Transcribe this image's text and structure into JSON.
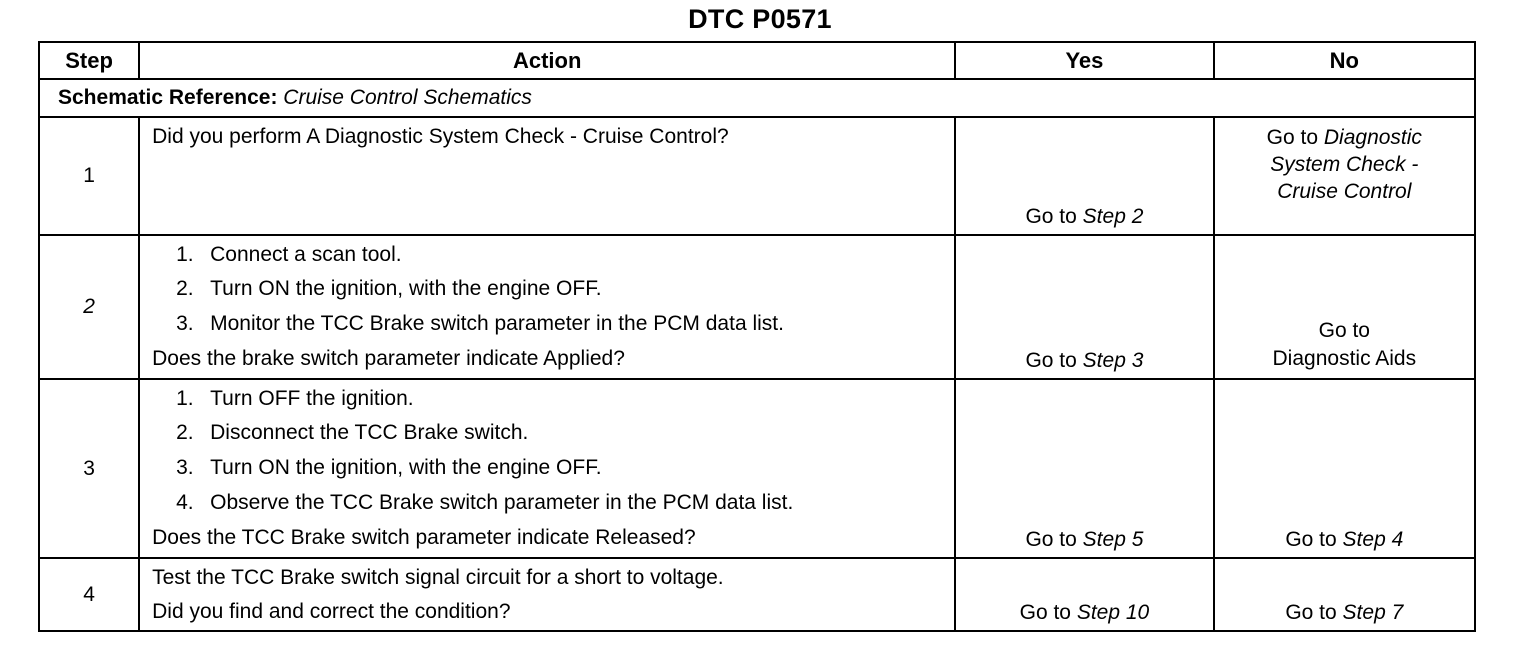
{
  "title": "DTC P0571",
  "headers": {
    "step": "Step",
    "action": "Action",
    "yes": "Yes",
    "no": "No"
  },
  "schematic": {
    "label": "Schematic Reference:",
    "value": "Cruise Control Schematics"
  },
  "rows": [
    {
      "step": "1",
      "question": "Did you perform A Diagnostic System Check - Cruise Control?",
      "yes_prefix": "Go to",
      "yes_target": "Step 2",
      "no_prefix": "Go to",
      "no_target_1": "Diagnostic",
      "no_target_2": "System Check -",
      "no_target_3": "Cruise Control"
    },
    {
      "step": "2",
      "items": [
        {
          "num": "1.",
          "text": "Connect a scan tool."
        },
        {
          "num": "2.",
          "text": "Turn ON the ignition, with the engine OFF."
        },
        {
          "num": "3.",
          "text": "Monitor the TCC Brake switch parameter in the PCM data list."
        }
      ],
      "question": "Does the brake switch parameter indicate Applied?",
      "yes_prefix": "Go to",
      "yes_target": "Step  3",
      "no_line_1": "Go to",
      "no_line_2": "Diagnostic Aids"
    },
    {
      "step": "3",
      "items": [
        {
          "num": "1.",
          "text": "Turn OFF the ignition."
        },
        {
          "num": "2.",
          "text": "Disconnect the TCC Brake switch."
        },
        {
          "num": "3.",
          "text": "Turn ON the ignition, with the engine OFF."
        },
        {
          "num": "4.",
          "text": "Observe the TCC Brake switch parameter in the PCM data list."
        }
      ],
      "question": "Does the TCC Brake switch parameter indicate Released?",
      "yes_prefix": "Go to",
      "yes_target": "Step  5",
      "no_prefix": "Go to",
      "no_target": "Step  4"
    },
    {
      "step": "4",
      "action_line": "Test the TCC Brake switch signal circuit for a short to voltage.",
      "question": "Did you find and correct the condition?",
      "yes_prefix": "Go to",
      "yes_target": "Step 10",
      "no_prefix": "Go to",
      "no_target": "Step  7"
    }
  ]
}
